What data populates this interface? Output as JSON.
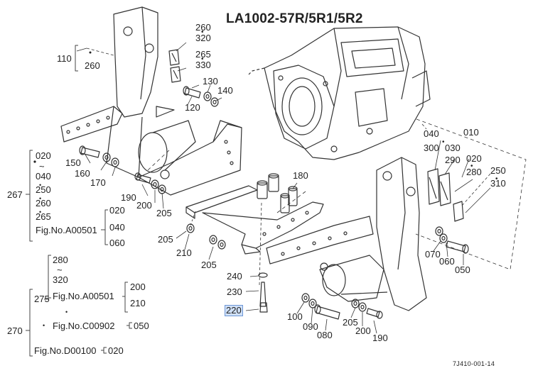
{
  "title": "LA1002-57R/5R1/5R2",
  "drawing_code": "7J410-001-14",
  "colors": {
    "highlight_bg": "#cfe0f7",
    "highlight_border": "#6e97d6",
    "ink": "#222222"
  },
  "labels": {
    "p110": "110",
    "p260a": "260",
    "p260b": "260",
    "p320a": "320",
    "p265a": "265",
    "p330": "330",
    "p130": "130",
    "p140": "140",
    "p120": "120",
    "p150": "150",
    "p160": "160",
    "p170": "170",
    "p190a": "190",
    "p200a": "200",
    "p205a": "205",
    "p180": "180",
    "p205b": "205",
    "p210a": "210",
    "p205c": "205",
    "p240": "240",
    "p230": "230",
    "p220": "220",
    "p100": "100",
    "p090": "090",
    "p080": "080",
    "p205d": "205",
    "p200b": "200",
    "p190b": "190",
    "p040a": "040",
    "p010": "010",
    "p300": "300",
    "p030": "030",
    "p290": "290",
    "p020a": "020",
    "p280a": "280",
    "p250": "250",
    "p310": "310",
    "p070": "070",
    "p060": "060",
    "p050": "050"
  },
  "group267": {
    "ref": "267",
    "items": [
      "020",
      "~",
      "040",
      "250",
      "260",
      "265",
      "Fig.No.A00501"
    ],
    "dots": [
      "•",
      "•",
      "•"
    ],
    "sub": [
      "020",
      "040",
      "060"
    ]
  },
  "group270": {
    "ref": "270",
    "ref275": "275",
    "dot": "•",
    "range": [
      "280",
      "~",
      "320"
    ],
    "fig_a": "Fig.No.A00501",
    "fig_a_sub": [
      "200",
      "210"
    ],
    "dot2": "•",
    "fig_c": "Fig.No.C00902",
    "fig_c_sub": "050",
    "fig_d": "Fig.No.D00100",
    "fig_d_sub": "020"
  }
}
